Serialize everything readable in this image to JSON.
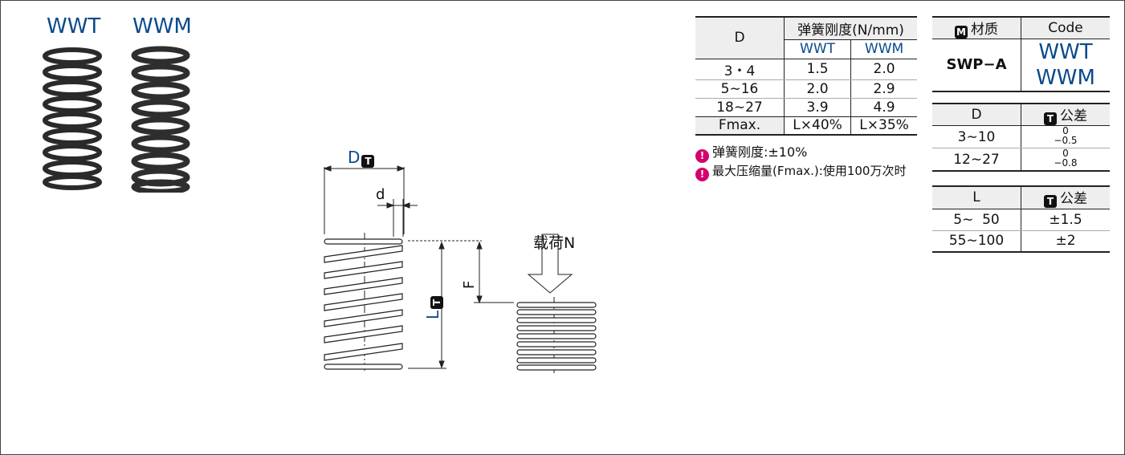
{
  "products": {
    "left_label": "WWT",
    "right_label": "WWM"
  },
  "diagram": {
    "d_label": "D",
    "wire_label": "d",
    "l_label": "L",
    "f_label": "F",
    "load_label": "载荷N",
    "tol_badge": "T"
  },
  "rate_table": {
    "col_d": "D",
    "col_rate": "弹簧刚度(N/mm)",
    "col_wwt": "WWT",
    "col_wwm": "WWM",
    "rows": [
      {
        "d": "3・4",
        "wwt": "1.5",
        "wwm": "2.0"
      },
      {
        "d": "5∼16",
        "wwt": "2.0",
        "wwm": "2.9"
      },
      {
        "d": "18∼27",
        "wwt": "3.9",
        "wwm": "4.9"
      },
      {
        "d": "Fmax.",
        "wwt": "L×40%",
        "wwm": "L×35%"
      }
    ]
  },
  "notes": [
    "弹簧刚度:±10%",
    "最大压缩量(Fmax.):使用100万次时"
  ],
  "material_table": {
    "badge": "M",
    "col_material": "材质",
    "col_code": "Code",
    "material": "SWP−A",
    "code1": "WWT",
    "code2": "WWM"
  },
  "d_tol_table": {
    "col_d": "D",
    "badge": "T",
    "col_tol": "公差",
    "rows": [
      {
        "range": "3∼10",
        "upper": "0",
        "lower": "−0.5"
      },
      {
        "range": "12∼27",
        "upper": "0",
        "lower": "−0.8"
      }
    ]
  },
  "l_tol_table": {
    "col_l": "L",
    "badge": "T",
    "col_tol": "公差",
    "rows": [
      {
        "range": "5∼  50",
        "tol": "±1.5"
      },
      {
        "range": "55∼100",
        "tol": "±2"
      }
    ]
  },
  "colors": {
    "accent_blue": "#0a4a8c",
    "note_magenta": "#d4006e"
  }
}
